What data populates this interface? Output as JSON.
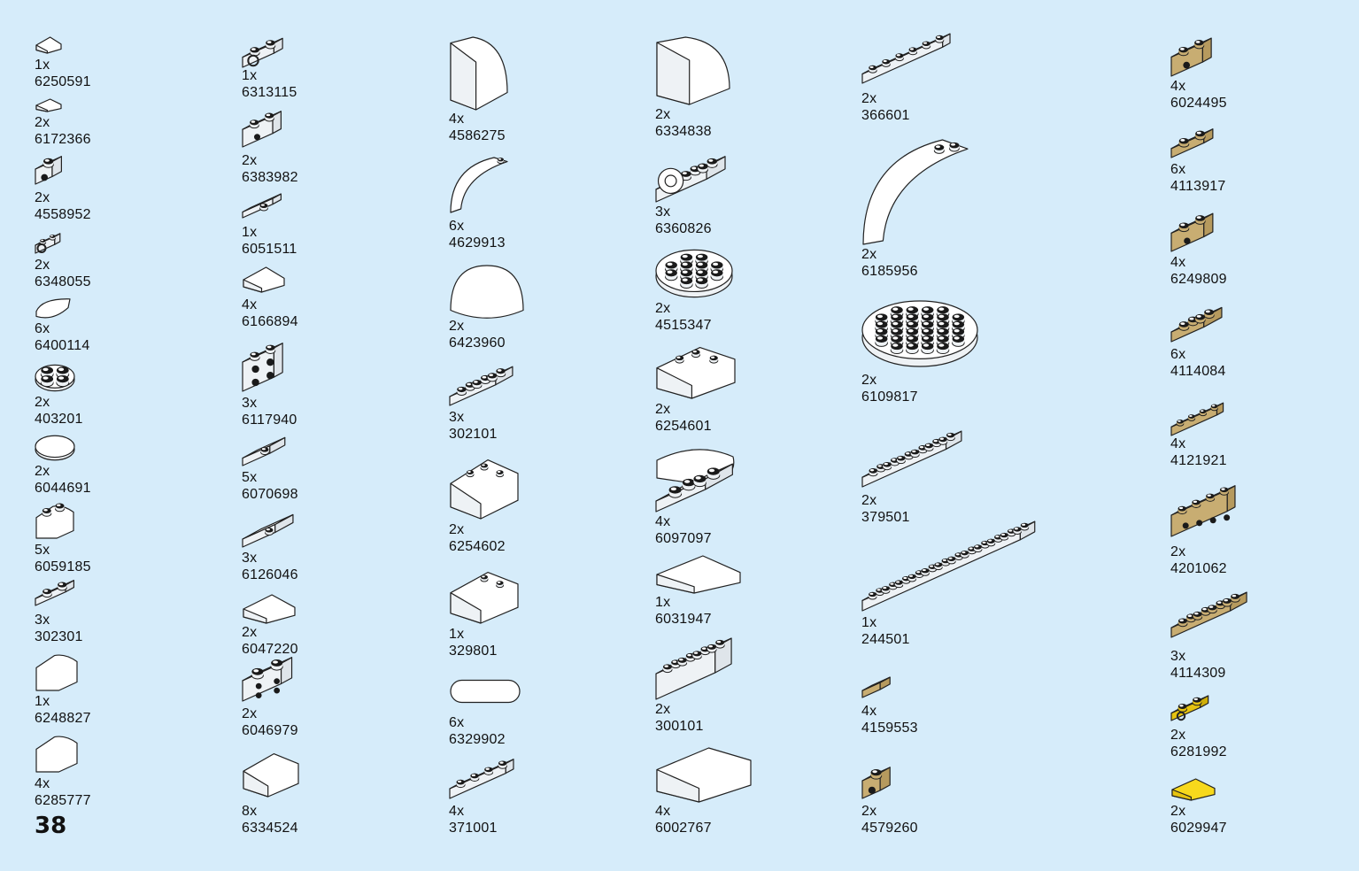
{
  "page_number": "38",
  "colors": {
    "background": "#d6ecfa",
    "white_brick": "#ffffff",
    "tan_brick": "#d9c28c",
    "yellow_brick": "#f6d81a",
    "stud_dark": "#1a1a1a"
  },
  "parts": [
    {
      "qty": "1x",
      "id": "6250591",
      "color": "white",
      "shape": "slope-small"
    },
    {
      "qty": "2x",
      "id": "6172366",
      "color": "white",
      "shape": "wedge-small"
    },
    {
      "qty": "2x",
      "id": "4558952",
      "color": "white",
      "shape": "brick-side-stud"
    },
    {
      "qty": "2x",
      "id": "6348055",
      "color": "white",
      "shape": "clip"
    },
    {
      "qty": "6x",
      "id": "6400114",
      "color": "white",
      "shape": "quarter-round"
    },
    {
      "qty": "2x",
      "id": "403201",
      "color": "white",
      "shape": "round-plate-2x2"
    },
    {
      "qty": "2x",
      "id": "6044691",
      "color": "white",
      "shape": "round-tile"
    },
    {
      "qty": "5x",
      "id": "6059185",
      "color": "white",
      "shape": "brick-1x2-round"
    },
    {
      "qty": "3x",
      "id": "302301",
      "color": "white",
      "shape": "plate-1x2"
    },
    {
      "qty": "1x",
      "id": "6248827",
      "color": "white",
      "shape": "curved-brick"
    },
    {
      "qty": "4x",
      "id": "6285777",
      "color": "white",
      "shape": "curved-corner"
    },
    {
      "qty": "1x",
      "id": "6313115",
      "color": "white",
      "shape": "plate-clip"
    },
    {
      "qty": "2x",
      "id": "6383982",
      "color": "white",
      "shape": "brick-side-stud-2"
    },
    {
      "qty": "1x",
      "id": "6051511",
      "color": "white",
      "shape": "jumper-plate"
    },
    {
      "qty": "4x",
      "id": "6166894",
      "color": "white",
      "shape": "tile-slope"
    },
    {
      "qty": "3x",
      "id": "6117940",
      "color": "white",
      "shape": "brick-4-side-studs"
    },
    {
      "qty": "5x",
      "id": "6070698",
      "color": "white",
      "shape": "bracket"
    },
    {
      "qty": "3x",
      "id": "6126046",
      "color": "white",
      "shape": "jumper-2x2"
    },
    {
      "qty": "2x",
      "id": "6047220",
      "color": "white",
      "shape": "tile-curved"
    },
    {
      "qty": "2x",
      "id": "6046979",
      "color": "white",
      "shape": "brick-side-studs-2"
    },
    {
      "qty": "8x",
      "id": "6334524",
      "color": "white",
      "shape": "curved-wedge"
    },
    {
      "qty": "4x",
      "id": "4586275",
      "color": "white",
      "shape": "dome-corner"
    },
    {
      "qty": "6x",
      "id": "4629913",
      "color": "white",
      "shape": "arch-small"
    },
    {
      "qty": "2x",
      "id": "6423960",
      "color": "white",
      "shape": "dome"
    },
    {
      "qty": "3x",
      "id": "302101",
      "color": "white",
      "shape": "plate-2x3"
    },
    {
      "qty": "2x",
      "id": "6254602",
      "color": "white",
      "shape": "slope-wedge"
    },
    {
      "qty": "1x",
      "id": "329801",
      "color": "white",
      "shape": "slope-2x3"
    },
    {
      "qty": "6x",
      "id": "6329902",
      "color": "white",
      "shape": "tile-oval"
    },
    {
      "qty": "4x",
      "id": "371001",
      "color": "white",
      "shape": "plate-1x4"
    },
    {
      "qty": "2x",
      "id": "6334838",
      "color": "white",
      "shape": "curved-slope-big"
    },
    {
      "qty": "3x",
      "id": "6360826",
      "color": "white",
      "shape": "plate-with-ring"
    },
    {
      "qty": "2x",
      "id": "4515347",
      "color": "white",
      "shape": "round-plate-4x4"
    },
    {
      "qty": "2x",
      "id": "6254601",
      "color": "white",
      "shape": "slope-wedge-2"
    },
    {
      "qty": "4x",
      "id": "6097097",
      "color": "white",
      "shape": "shell-plate"
    },
    {
      "qty": "1x",
      "id": "6031947",
      "color": "white",
      "shape": "curved-tile-long"
    },
    {
      "qty": "2x",
      "id": "300101",
      "color": "white",
      "shape": "brick-2x4"
    },
    {
      "qty": "4x",
      "id": "6002767",
      "color": "white",
      "shape": "wedge-curved-big"
    },
    {
      "qty": "2x",
      "id": "366601",
      "color": "white",
      "shape": "plate-1x6"
    },
    {
      "qty": "2x",
      "id": "6185956",
      "color": "white",
      "shape": "arch-big"
    },
    {
      "qty": "2x",
      "id": "6109817",
      "color": "white",
      "shape": "round-plate-6x6"
    },
    {
      "qty": "2x",
      "id": "379501",
      "color": "white",
      "shape": "plate-2x6"
    },
    {
      "qty": "1x",
      "id": "244501",
      "color": "white",
      "shape": "plate-2x12"
    },
    {
      "qty": "4x",
      "id": "4159553",
      "color": "tan",
      "shape": "tile-1x1"
    },
    {
      "qty": "2x",
      "id": "4579260",
      "color": "tan",
      "shape": "brick-1x1-stud"
    },
    {
      "qty": "4x",
      "id": "6024495",
      "color": "tan",
      "shape": "brick-1x2-studs"
    },
    {
      "qty": "6x",
      "id": "4113917",
      "color": "tan",
      "shape": "plate-1x2-tan"
    },
    {
      "qty": "4x",
      "id": "6249809",
      "color": "tan",
      "shape": "brick-1x2-holes"
    },
    {
      "qty": "6x",
      "id": "4114084",
      "color": "tan",
      "shape": "plate-2x2-tan"
    },
    {
      "qty": "4x",
      "id": "4121921",
      "color": "tan",
      "shape": "plate-1x4-tan"
    },
    {
      "qty": "2x",
      "id": "4201062",
      "color": "tan",
      "shape": "brick-1x4-studs"
    },
    {
      "qty": "3x",
      "id": "4114309",
      "color": "tan",
      "shape": "plate-2x4-tan"
    },
    {
      "qty": "2x",
      "id": "6281992",
      "color": "yellow",
      "shape": "plate-clip-yellow"
    },
    {
      "qty": "2x",
      "id": "6029947",
      "color": "yellow",
      "shape": "tile-curved-yellow"
    }
  ]
}
